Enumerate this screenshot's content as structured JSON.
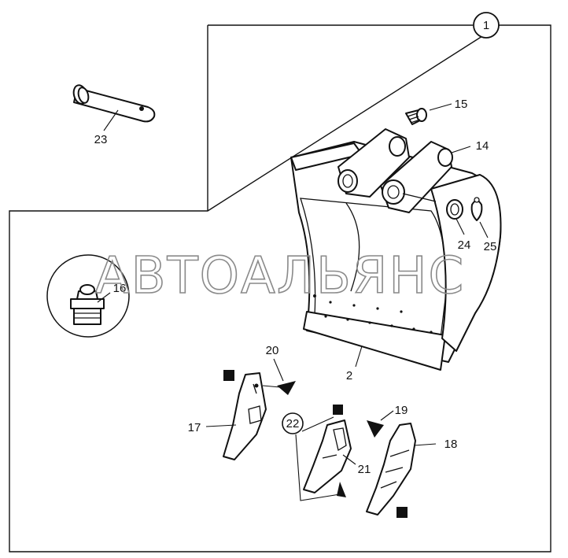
{
  "assembly": {
    "number": "1"
  },
  "parts": [
    {
      "ref": "23",
      "name": "pin"
    },
    {
      "ref": "15",
      "name": "bushing"
    },
    {
      "ref": "14",
      "name": "pin-boss"
    },
    {
      "ref": "24",
      "name": "washer"
    },
    {
      "ref": "25",
      "name": "lynch-pin"
    },
    {
      "ref": "16",
      "name": "grease-nipple"
    },
    {
      "ref": "2",
      "name": "bucket"
    },
    {
      "ref": "20",
      "name": "tooth-marker"
    },
    {
      "ref": "17",
      "name": "tooth-adapter"
    },
    {
      "ref": "22",
      "name": "tooth-kit"
    },
    {
      "ref": "21",
      "name": "tooth"
    },
    {
      "ref": "19",
      "name": "tooth-marker"
    },
    {
      "ref": "18",
      "name": "tooth-side"
    }
  ],
  "watermark": "АВТОАЛЬЯНС"
}
